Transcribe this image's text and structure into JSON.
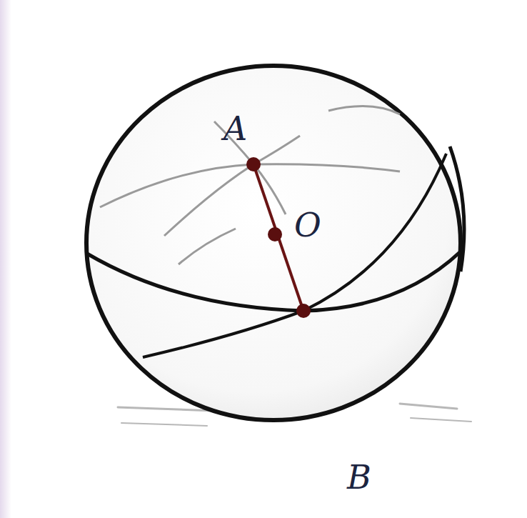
{
  "diagram": {
    "labels": [
      "A",
      "O",
      "B"
    ]
  }
}
